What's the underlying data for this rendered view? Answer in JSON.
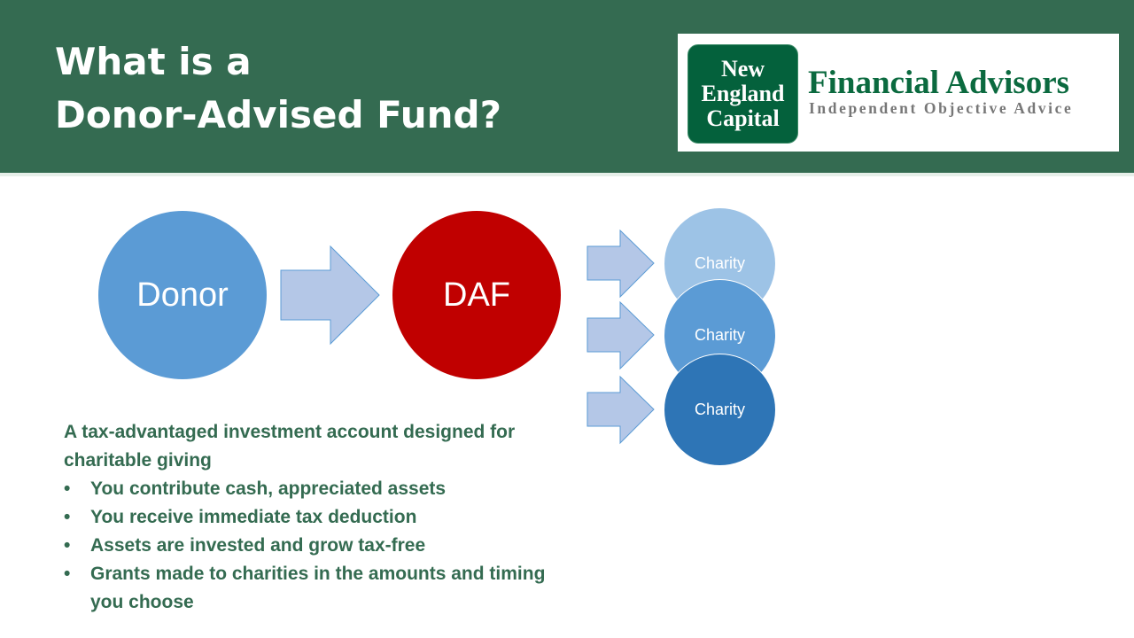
{
  "title": {
    "line1": "What is a",
    "line2": "Donor-Advised Fund?"
  },
  "logo": {
    "badge": [
      "New",
      "England",
      "Capital"
    ],
    "name": "Financial Advisors",
    "tagline": "Independent Objective Advice"
  },
  "diagram": {
    "donor": "Donor",
    "daf": "DAF",
    "charities": [
      "Charity",
      "Charity",
      "Charity"
    ]
  },
  "colors": {
    "header": "#346b51",
    "donor": "#5b9bd5",
    "daf": "#c00000",
    "charity1": "#9dc3e6",
    "charity2": "#5b9bd5",
    "charity3": "#2e75b6",
    "arrow": "#b4c7e7"
  },
  "body": {
    "intro": "A tax-advantaged investment account designed for charitable giving",
    "bullets": [
      "You contribute cash, appreciated assets",
      "You receive immediate tax deduction",
      "Assets are invested and grow tax-free",
      "Grants made to charities in the amounts and timing you choose"
    ]
  }
}
